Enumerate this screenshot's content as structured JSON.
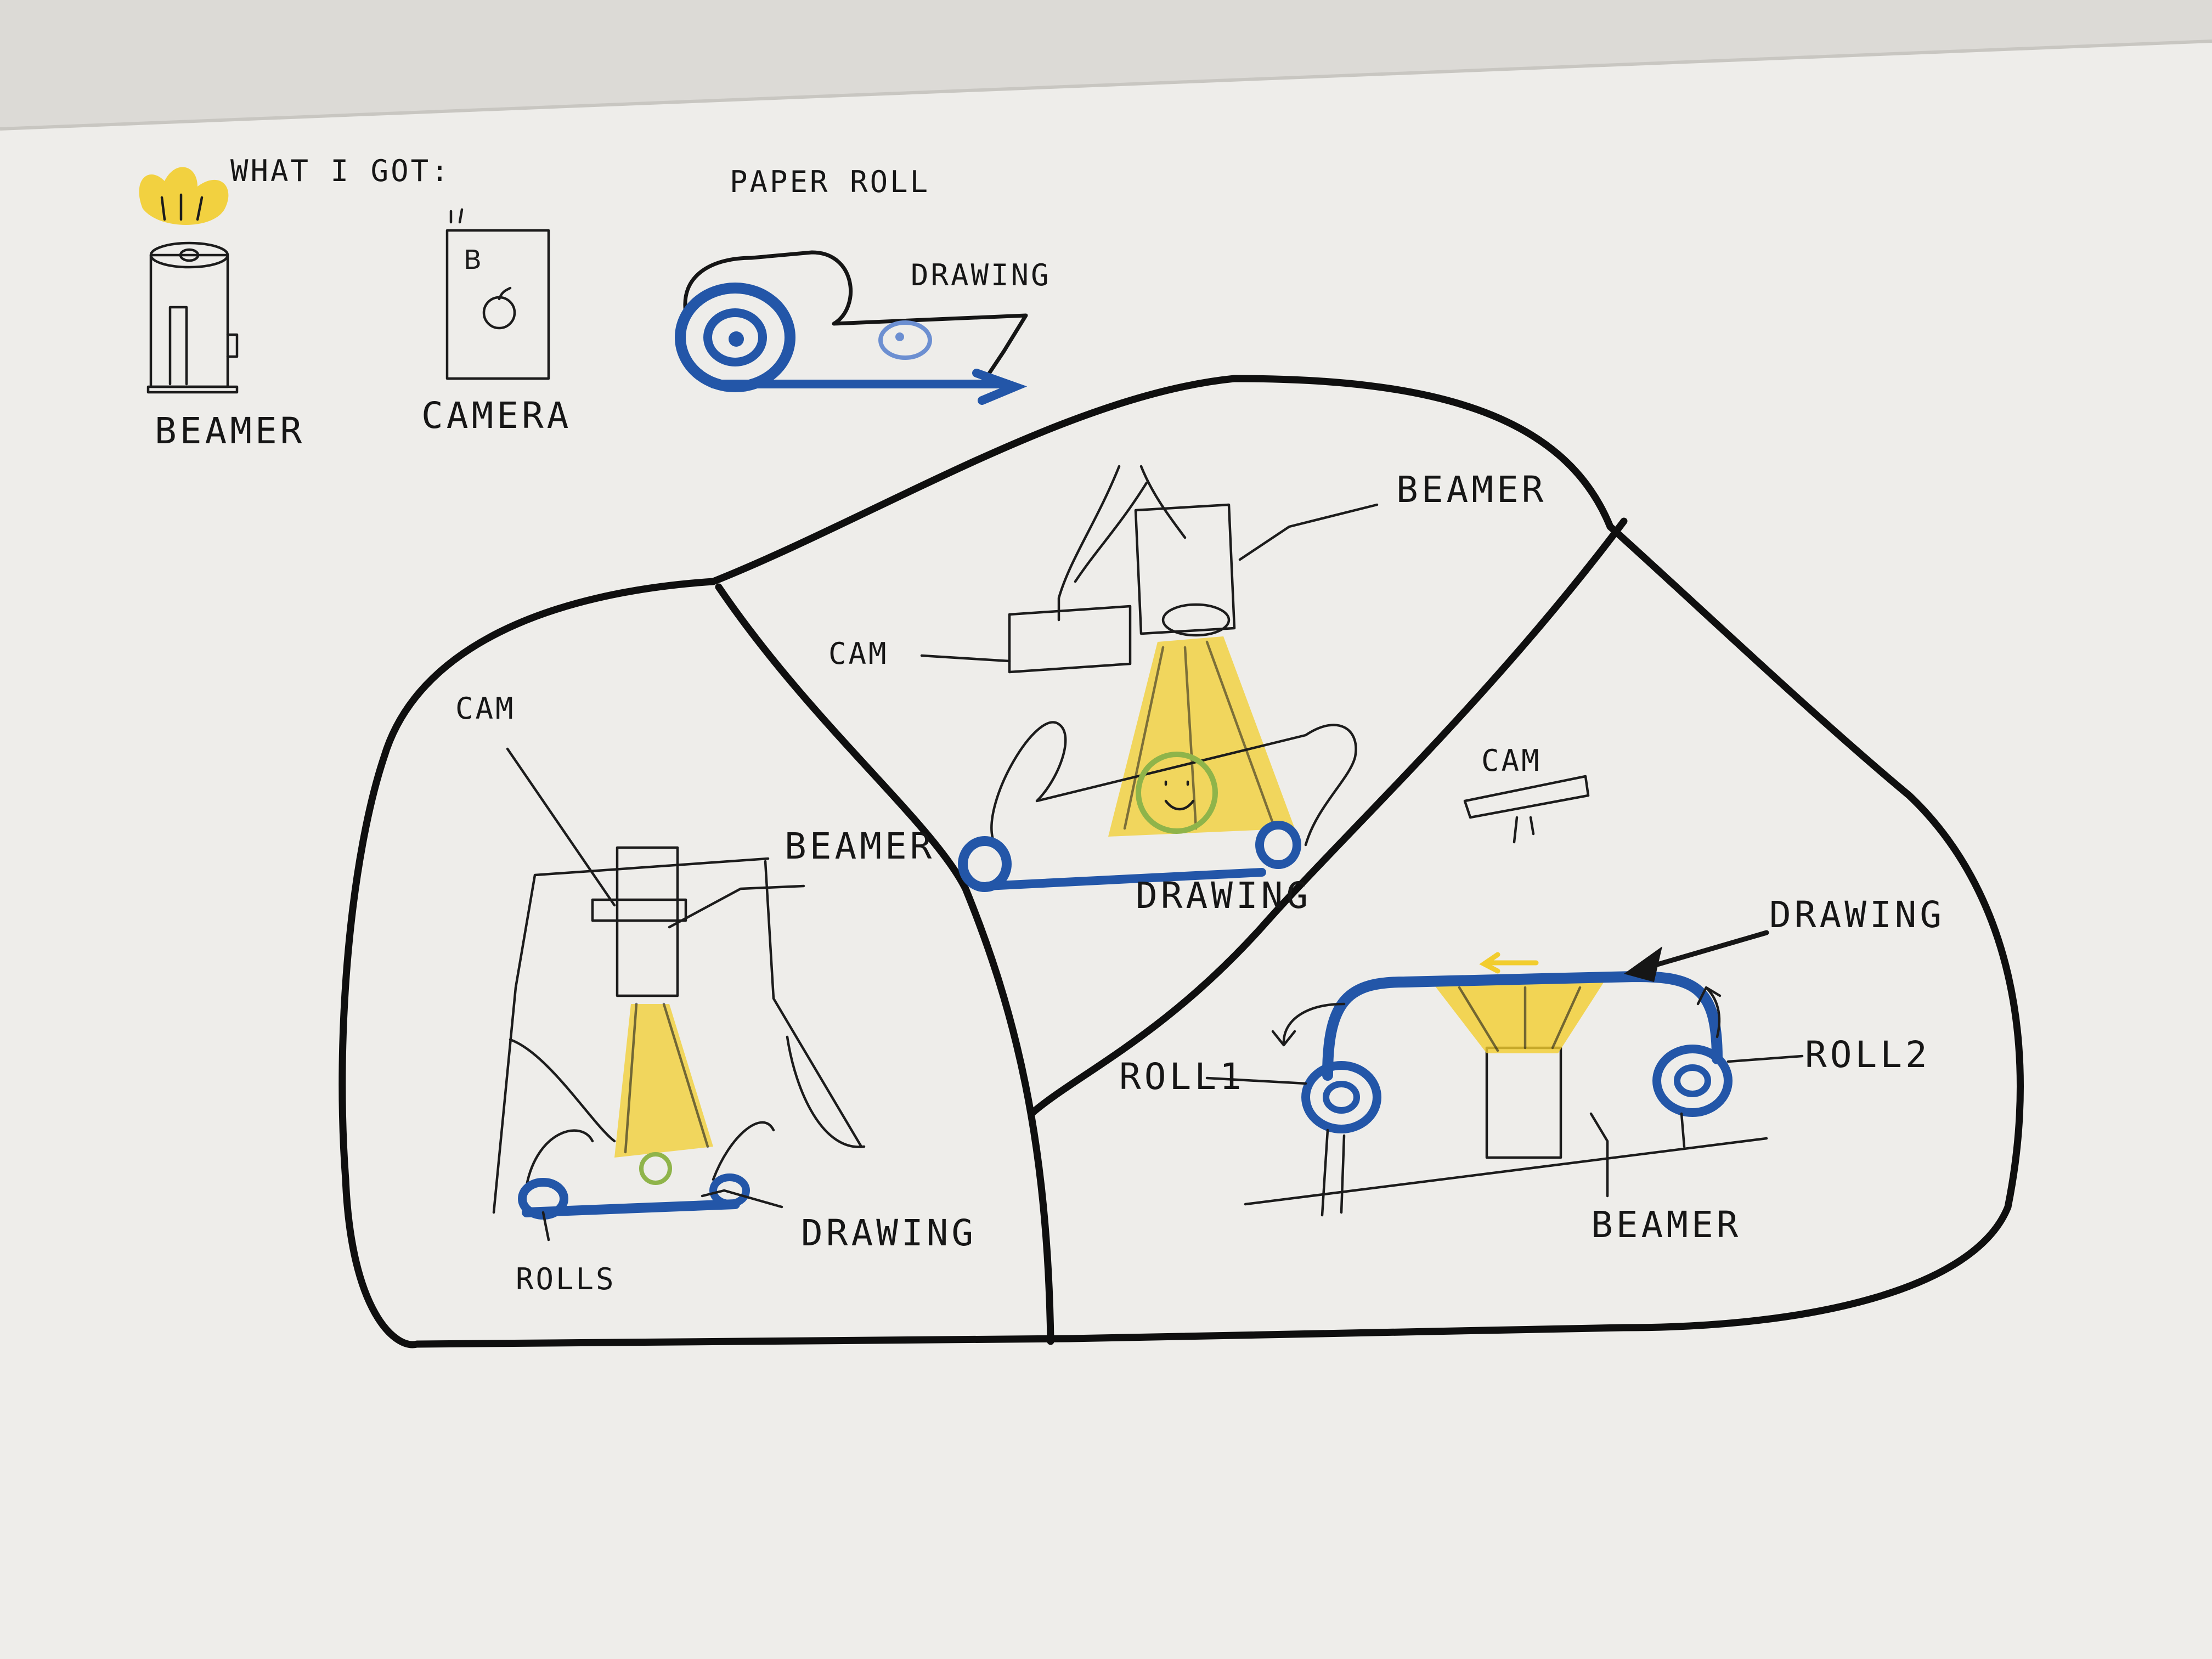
{
  "palette": {
    "paper": "#eeedea",
    "ink": "#151515",
    "beamer_green": "#a9d356",
    "camera_red": "#d6343a",
    "light_yellow": "#f2cd2e",
    "roll_blue": "#2356a8"
  },
  "legend": {
    "title": "WHAT I GOT:",
    "beamer": "BEAMER",
    "camera": "CAMERA",
    "paper_roll": "PAPER ROLL",
    "drawing": "DRAWING"
  },
  "panel_left": {
    "cam": "CAM",
    "beamer": "BEAMER",
    "drawing": "DRAWING",
    "rolls": "ROLLS"
  },
  "panel_middle": {
    "cam": "CAM",
    "beamer": "BEAMER",
    "drawing": "DRAWING"
  },
  "panel_right": {
    "cam": "CAM",
    "drawing": "DRAWING",
    "roll1": "ROLL1",
    "roll2": "ROLL2",
    "beamer": "BEAMER"
  }
}
